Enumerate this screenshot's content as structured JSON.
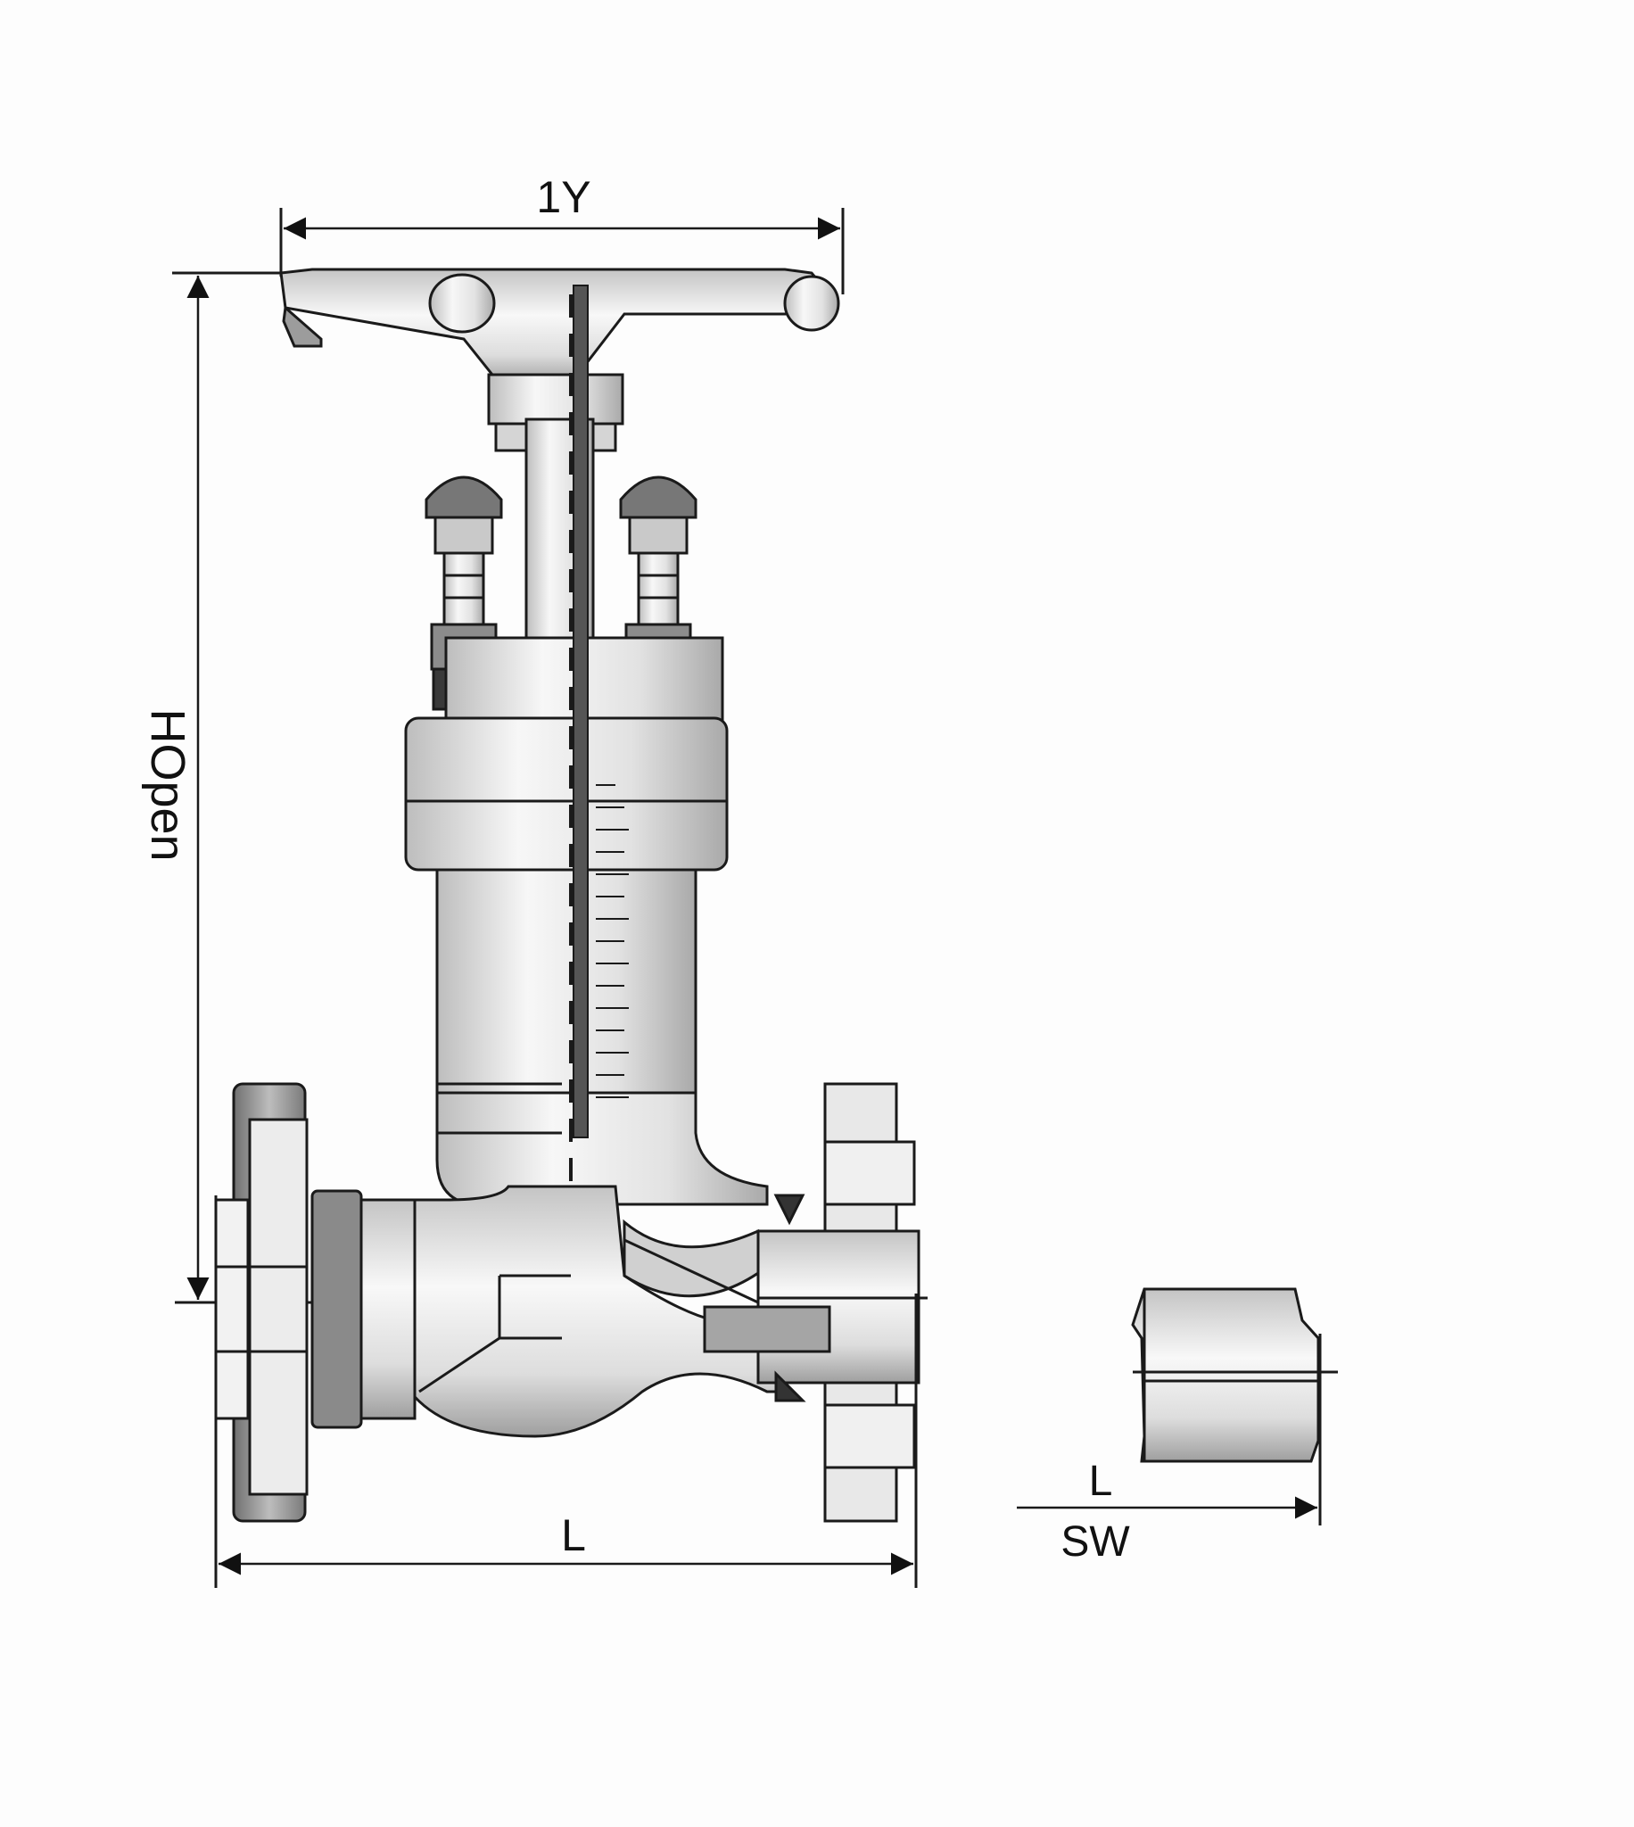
{
  "diagram": {
    "dimensions": {
      "top_width": "1Y",
      "height": "HOpen",
      "length_flanged": "L",
      "length_weld": "L",
      "weld_label": "SW"
    }
  },
  "colors": {
    "line": "#1a1a1a",
    "metal_light": "#f2f2f2",
    "metal_mid": "#c9c9c9",
    "metal_dark": "#8a8a8a",
    "background": "#fdfdfd"
  }
}
